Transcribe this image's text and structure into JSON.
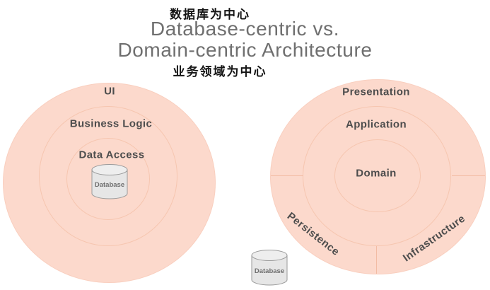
{
  "header": {
    "cn_database_centric": "数据库为中心",
    "title_line1": "Database-centric vs.",
    "title_line2": "Domain-centric Architecture",
    "cn_domain_centric": "业务领域为中心"
  },
  "left_diagram": {
    "outer_ring_label": "UI",
    "middle_ring_label": "Business Logic",
    "inner_ring_label": "Data Access",
    "database_label": "Database"
  },
  "right_diagram": {
    "outer_ring_label": "Presentation",
    "middle_ring_label": "Application",
    "inner_ring_label": "Domain",
    "segment_bottom_left": "Persistence",
    "segment_bottom_right": "Infrastructure",
    "database_label": "Database"
  },
  "colors": {
    "circle_fill": "#fcd9cc",
    "circle_stroke": "#f6c6b0",
    "divider_line": "#f2bca4",
    "ring_label_text": "#4d4d4d",
    "title_text": "#6f6f6f",
    "cn_text": "#141414",
    "cylinder_fill": "#e6e6e6",
    "cylinder_top_fill": "#eeeeee",
    "cylinder_stroke": "#9a9a9a",
    "cylinder_text": "#6e6e6e"
  }
}
